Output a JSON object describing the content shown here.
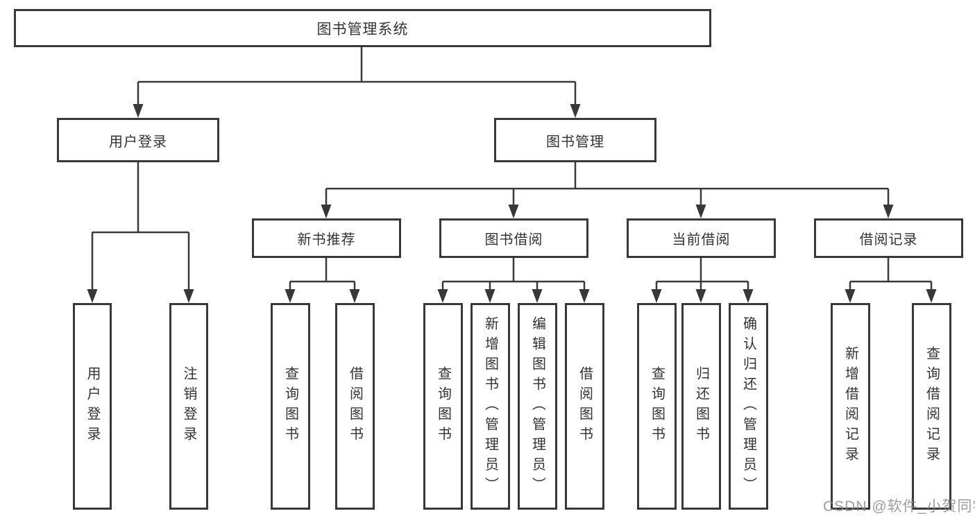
{
  "diagram": {
    "root": {
      "label": "图书管理系统"
    },
    "level2": [
      {
        "label": "用户登录"
      },
      {
        "label": "图书管理"
      }
    ],
    "level3": [
      {
        "label": "新书推荐",
        "parent": "图书管理"
      },
      {
        "label": "图书借阅",
        "parent": "图书管理"
      },
      {
        "label": "当前借阅",
        "parent": "图书管理"
      },
      {
        "label": "借阅记录",
        "parent": "图书管理"
      }
    ],
    "leaves": [
      {
        "label": "用户登录",
        "parent": "用户登录"
      },
      {
        "label": "注销登录",
        "parent": "用户登录"
      },
      {
        "label": "查询图书",
        "parent": "新书推荐"
      },
      {
        "label": "借阅图书",
        "parent": "新书推荐"
      },
      {
        "label": "查询图书",
        "parent": "图书借阅"
      },
      {
        "label": "新增图书（管理员）",
        "parent": "图书借阅"
      },
      {
        "label": "编辑图书（管理员）",
        "parent": "图书借阅"
      },
      {
        "label": "借阅图书",
        "parent": "图书借阅"
      },
      {
        "label": "查询图书",
        "parent": "当前借阅"
      },
      {
        "label": "归还图书",
        "parent": "当前借阅"
      },
      {
        "label": "确认归还（管理员）",
        "parent": "当前借阅"
      },
      {
        "label": "新增借阅记录",
        "parent": "借阅记录"
      },
      {
        "label": "查询借阅记录",
        "parent": "借阅记录"
      }
    ]
  },
  "watermark": {
    "text": "CSDN @软件_小贺同学"
  },
  "colors": {
    "line": "#383838",
    "text": "#333333",
    "box_background": "#ffffff",
    "watermark": "#878787"
  }
}
